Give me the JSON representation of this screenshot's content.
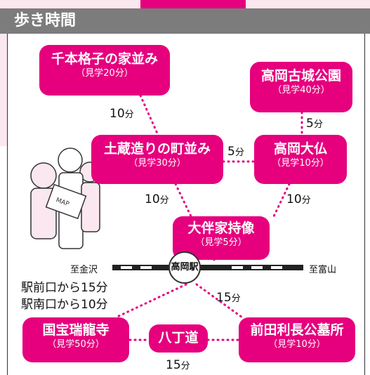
{
  "header": {
    "title": "歩き時間"
  },
  "places": {
    "senbon": {
      "name": "千本格子の家並み",
      "time": "（見学20分）"
    },
    "kojo": {
      "name": "高岡古城公園",
      "time": "（見学40分）"
    },
    "dozo": {
      "name": "土蔵造りの町並み",
      "time": "（見学30分）"
    },
    "daibutsu": {
      "name": "高岡大仏",
      "time": "（見学10分）"
    },
    "otomo": {
      "name": "大伴家持像",
      "time": "（見学5分）"
    },
    "zuiryuji": {
      "name": "国宝瑞龍寺",
      "time": "（見学50分）"
    },
    "hatchomichi": {
      "name": "八丁道"
    },
    "bosho": {
      "name": "前田利長公墓所",
      "time": "（見学10分）"
    }
  },
  "distances": {
    "senbon_dozo": {
      "value": "10",
      "unit": "分"
    },
    "kojo_daibutsu": {
      "value": "5",
      "unit": "分"
    },
    "dozo_daibutsu": {
      "value": "5",
      "unit": "分"
    },
    "dozo_otomo": {
      "value": "10",
      "unit": "分"
    },
    "daibutsu_otomo": {
      "value": "10",
      "unit": "分"
    },
    "station_bosho": {
      "value": "15",
      "unit": "分"
    },
    "zuiryuji_bosho": {
      "value": "15",
      "unit": "分"
    }
  },
  "rail": {
    "station": "高岡駅",
    "west": "至金沢",
    "east": "至富山"
  },
  "access": {
    "line1": "駅前口から15分",
    "line2": "駅南口から10分"
  },
  "colors": {
    "accent": "#e6007e",
    "header": "#7c7c7c",
    "route_dots": "#e6007e"
  }
}
